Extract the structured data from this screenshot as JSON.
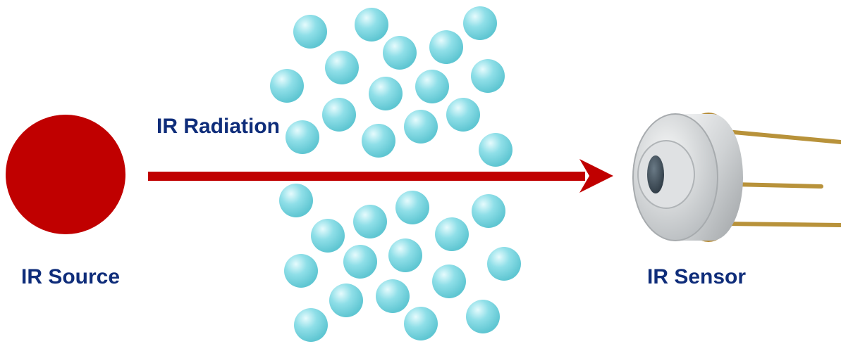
{
  "labels": {
    "radiation": "IR Radiation",
    "source": "IR Source",
    "sensor": "IR Sensor"
  },
  "colors": {
    "label_text": "#0f2d7a",
    "source_fill": "#c00000",
    "beam": "#c00000",
    "particle": "#7fd9e2",
    "sensor_body": "#c9ccce",
    "sensor_pins": "#b8923a"
  },
  "icons": {
    "source": "red-circle",
    "particles": "gas-molecule-spheres",
    "sensor": "metal-can-ir-sensor"
  }
}
